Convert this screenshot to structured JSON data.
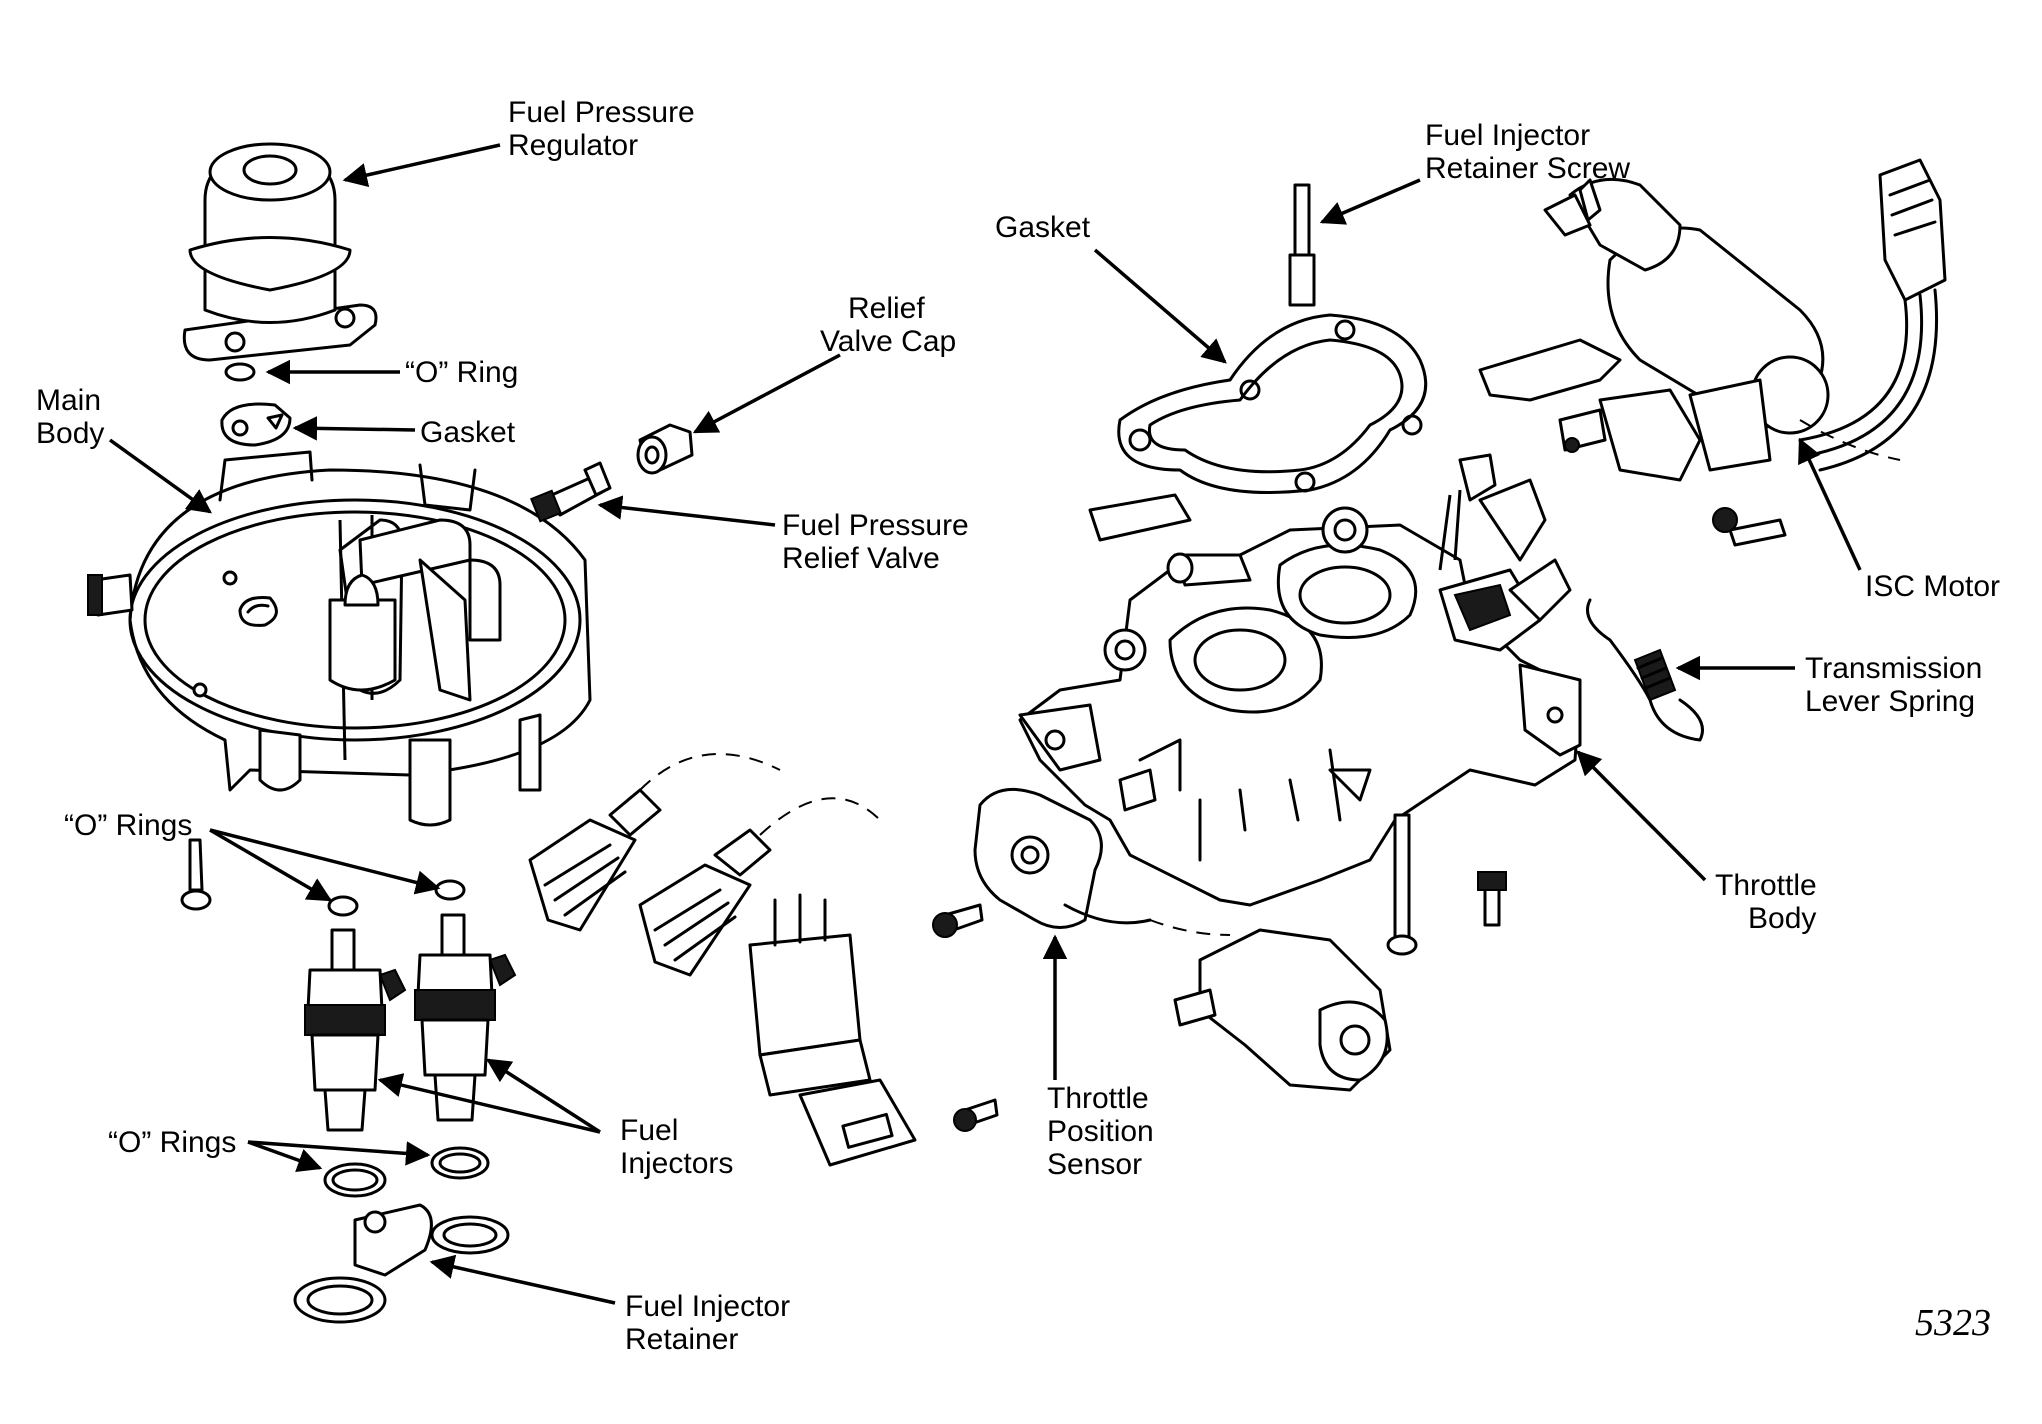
{
  "diagram": {
    "labels": {
      "fuel_pressure_regulator": [
        "Fuel Pressure",
        "Regulator"
      ],
      "o_ring_top": [
        "“O” Ring"
      ],
      "gasket_top": [
        "Gasket"
      ],
      "main_body": [
        "Main",
        "Body"
      ],
      "relief_valve_cap": [
        "Relief",
        "Valve Cap"
      ],
      "fuel_pressure_relief_valve": [
        "Fuel Pressure",
        "Relief Valve"
      ],
      "o_rings_upper": [
        "“O” Rings"
      ],
      "o_rings_lower": [
        "“O” Rings"
      ],
      "fuel_injectors": [
        "Fuel",
        "Injectors"
      ],
      "fuel_injector_retainer": [
        "Fuel Injector",
        "Retainer"
      ],
      "fuel_injector_retainer_screw": [
        "Fuel Injector",
        "Retainer Screw"
      ],
      "gasket_throttle": [
        "Gasket"
      ],
      "isc_motor": [
        "ISC Motor"
      ],
      "transmission_lever_spring": [
        "Transmission",
        "Lever Spring"
      ],
      "throttle_body": [
        "Throttle",
        "Body"
      ],
      "throttle_position_sensor": [
        "Throttle",
        "Position",
        "Sensor"
      ]
    },
    "figure_number": "5323"
  }
}
